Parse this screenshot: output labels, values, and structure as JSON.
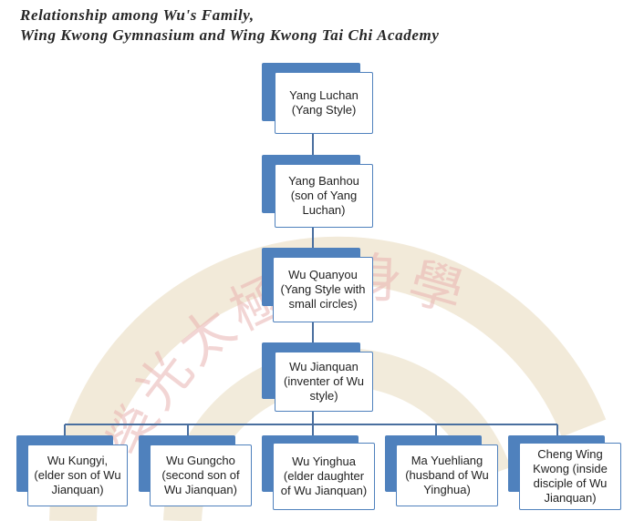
{
  "title_line1": "Relationship among Wu's Family,",
  "title_line2": "Wing Kwong Gymnasium and Wing Kwong Tai Chi Academy",
  "watermark_text": "榮光太極健身學",
  "colors": {
    "node_accent": "#4f81bd",
    "connector": "#4a6f9f",
    "watermark_red": "#e5a8a6",
    "watermark_tan": "#ece0c8"
  },
  "nodes": {
    "yang_luchan": "Yang Luchan (Yang Style)",
    "yang_banhou": "Yang Banhou (son of Yang Luchan)",
    "wu_quanyou": "Wu Quanyou (Yang Style with small circles)",
    "wu_jianquan": "Wu Jianquan (inventer of Wu style)",
    "wu_kungyi": "Wu Kungyi, (elder son of Wu Jianquan)",
    "wu_gungcho": "Wu Gungcho (second son of Wu Jianquan)",
    "wu_yinghua": "Wu Yinghua (elder daughter of Wu Jianquan)",
    "ma_yuehliang": "Ma Yuehliang (husband of Wu Yinghua)",
    "cheng_wing_kwong": "Cheng Wing Kwong (inside disciple of Wu Jianquan)"
  }
}
